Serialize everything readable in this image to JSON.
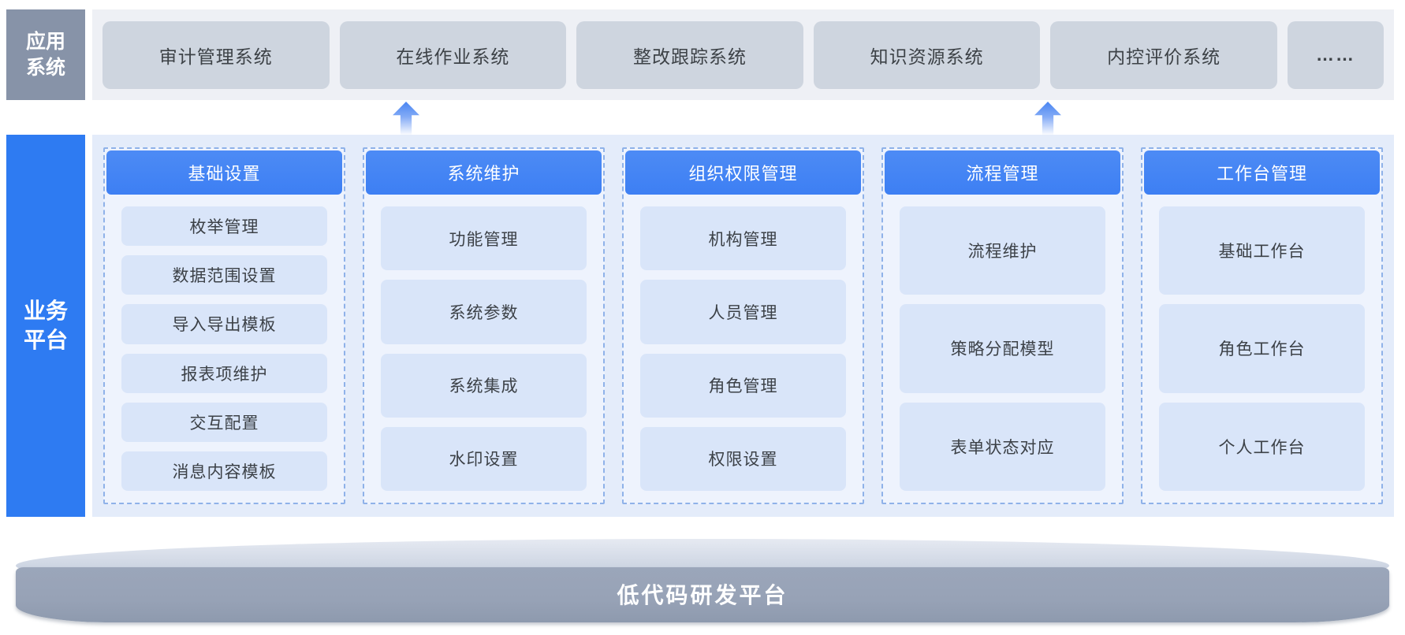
{
  "app_systems": {
    "label": "应用系统",
    "systems": [
      "审计管理系统",
      "在线作业系统",
      "整改跟踪系统",
      "知识资源系统",
      "内控评价系统"
    ],
    "more": "……"
  },
  "business_platform": {
    "label": "业务平台",
    "modules": [
      {
        "title": "基础设置",
        "items": [
          "枚举管理",
          "数据范围设置",
          "导入导出模板",
          "报表项维护",
          "交互配置",
          "消息内容模板"
        ]
      },
      {
        "title": "系统维护",
        "items": [
          "功能管理",
          "系统参数",
          "系统集成",
          "水印设置"
        ]
      },
      {
        "title": "组织权限管理",
        "items": [
          "机构管理",
          "人员管理",
          "角色管理",
          "权限设置"
        ]
      },
      {
        "title": "流程管理",
        "items": [
          "流程维护",
          "策略分配模型",
          "表单状态对应"
        ]
      },
      {
        "title": "工作台管理",
        "items": [
          "基础工作台",
          "角色工作台",
          "个人工作台"
        ]
      }
    ]
  },
  "foundation": {
    "label": "低代码研发平台"
  },
  "colors": {
    "accent_blue": "#2e7bf2",
    "header_blue": "#4285f4",
    "item_blue": "#d9e5f9",
    "panel_blue": "#e4ecfa",
    "dashed_border": "#8fb2e9",
    "system_box_gray": "#ced5df",
    "label_gray": "#8793a8",
    "platform_face_gray": "#97a2b6"
  }
}
